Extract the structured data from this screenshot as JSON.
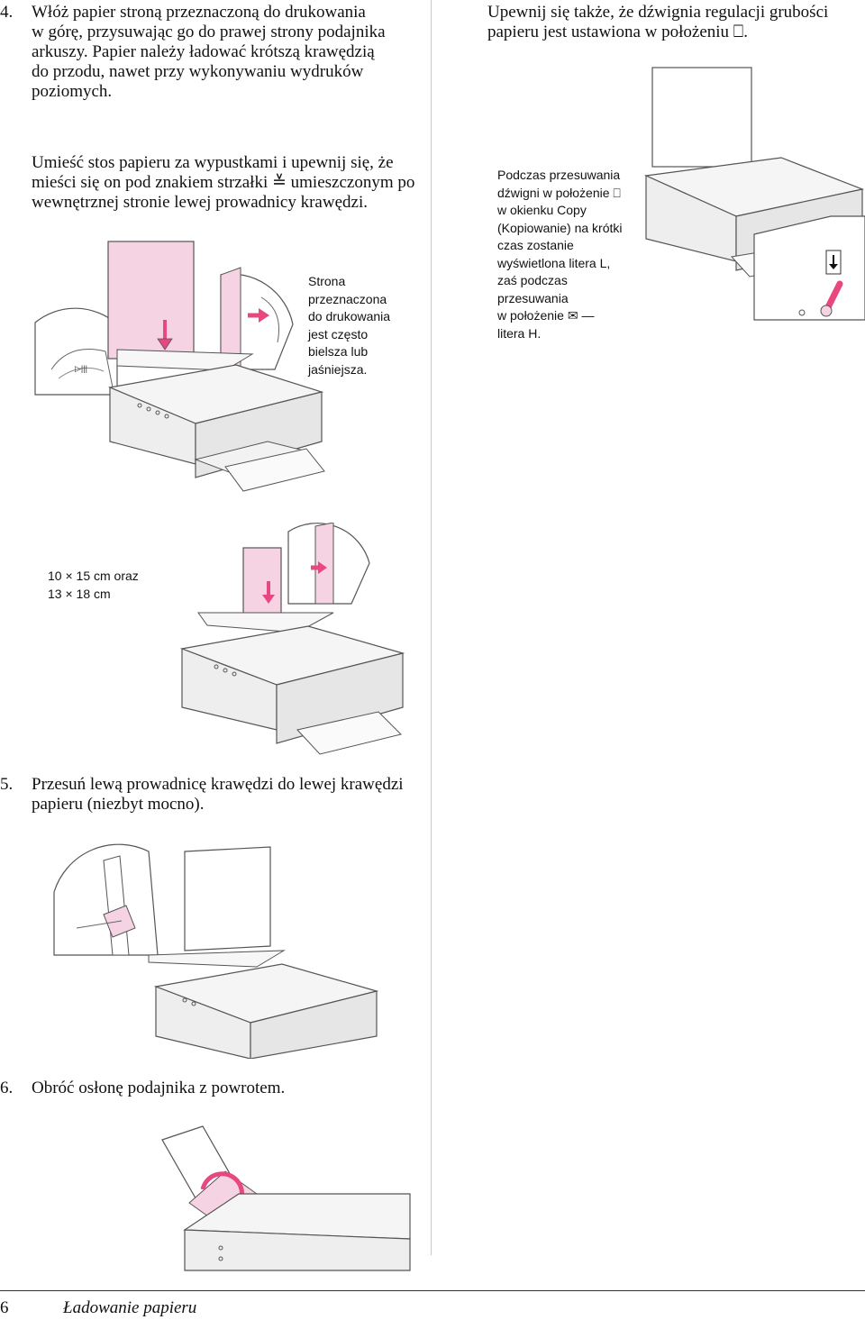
{
  "steps": {
    "step4": {
      "number": "4.",
      "lines": [
        "Włóż papier stroną przeznaczoną do drukowania",
        "w górę, przysuwając go do prawej strony podajnika",
        "arkuszy. Papier należy ładować krótszą krawędzią",
        "do przodu, nawet przy wykonywaniu wydruków",
        "poziomych."
      ]
    },
    "step4b": {
      "lines": [
        "Umieść stos papieru za wypustkami i upewnij się, że",
        "mieści się on pod znakiem strzałki ≚ umieszczonym po",
        "wewnętrznej stronie lewej prowadnicy krawędzi."
      ]
    },
    "callout_paper": {
      "lines": [
        "Strona",
        "przeznaczona",
        "do drukowania",
        "jest często",
        "bielsza lub",
        "jaśniejsza."
      ]
    },
    "callout_size": {
      "lines": [
        "10 × 15 cm oraz",
        "13 × 18 cm"
      ]
    },
    "step5": {
      "number": "5.",
      "lines": [
        "Przesuń lewą prowadnicę krawędzi do lewej krawędzi",
        "papieru (niezbyt mocno)."
      ]
    },
    "step6": {
      "number": "6.",
      "lines": [
        "Obróć osłonę podajnika z powrotem."
      ]
    }
  },
  "right": {
    "lever_note": {
      "lines": [
        "Upewnij się także, że dźwignia regulacji grubości",
        "papieru jest ustawiona w położeniu ⎕."
      ]
    },
    "callout_lever": {
      "lines": [
        "Podczas przesuwania",
        "dźwigni w położenie ⎕",
        "w okienku Copy",
        "(Kopiowanie) na krótki",
        "czas zostanie",
        "wyświetlona litera L,",
        "zaś podczas",
        "przesuwania",
        "w położenie ✉ —",
        "litera H."
      ]
    }
  },
  "footer": {
    "page_number": "6",
    "section_title": "Ładowanie papieru"
  },
  "colors": {
    "paper_pink": "#f6d3e2",
    "arrow_pink": "#e8477f",
    "printer_grey": "#f1f1f1",
    "outline": "#555555"
  }
}
